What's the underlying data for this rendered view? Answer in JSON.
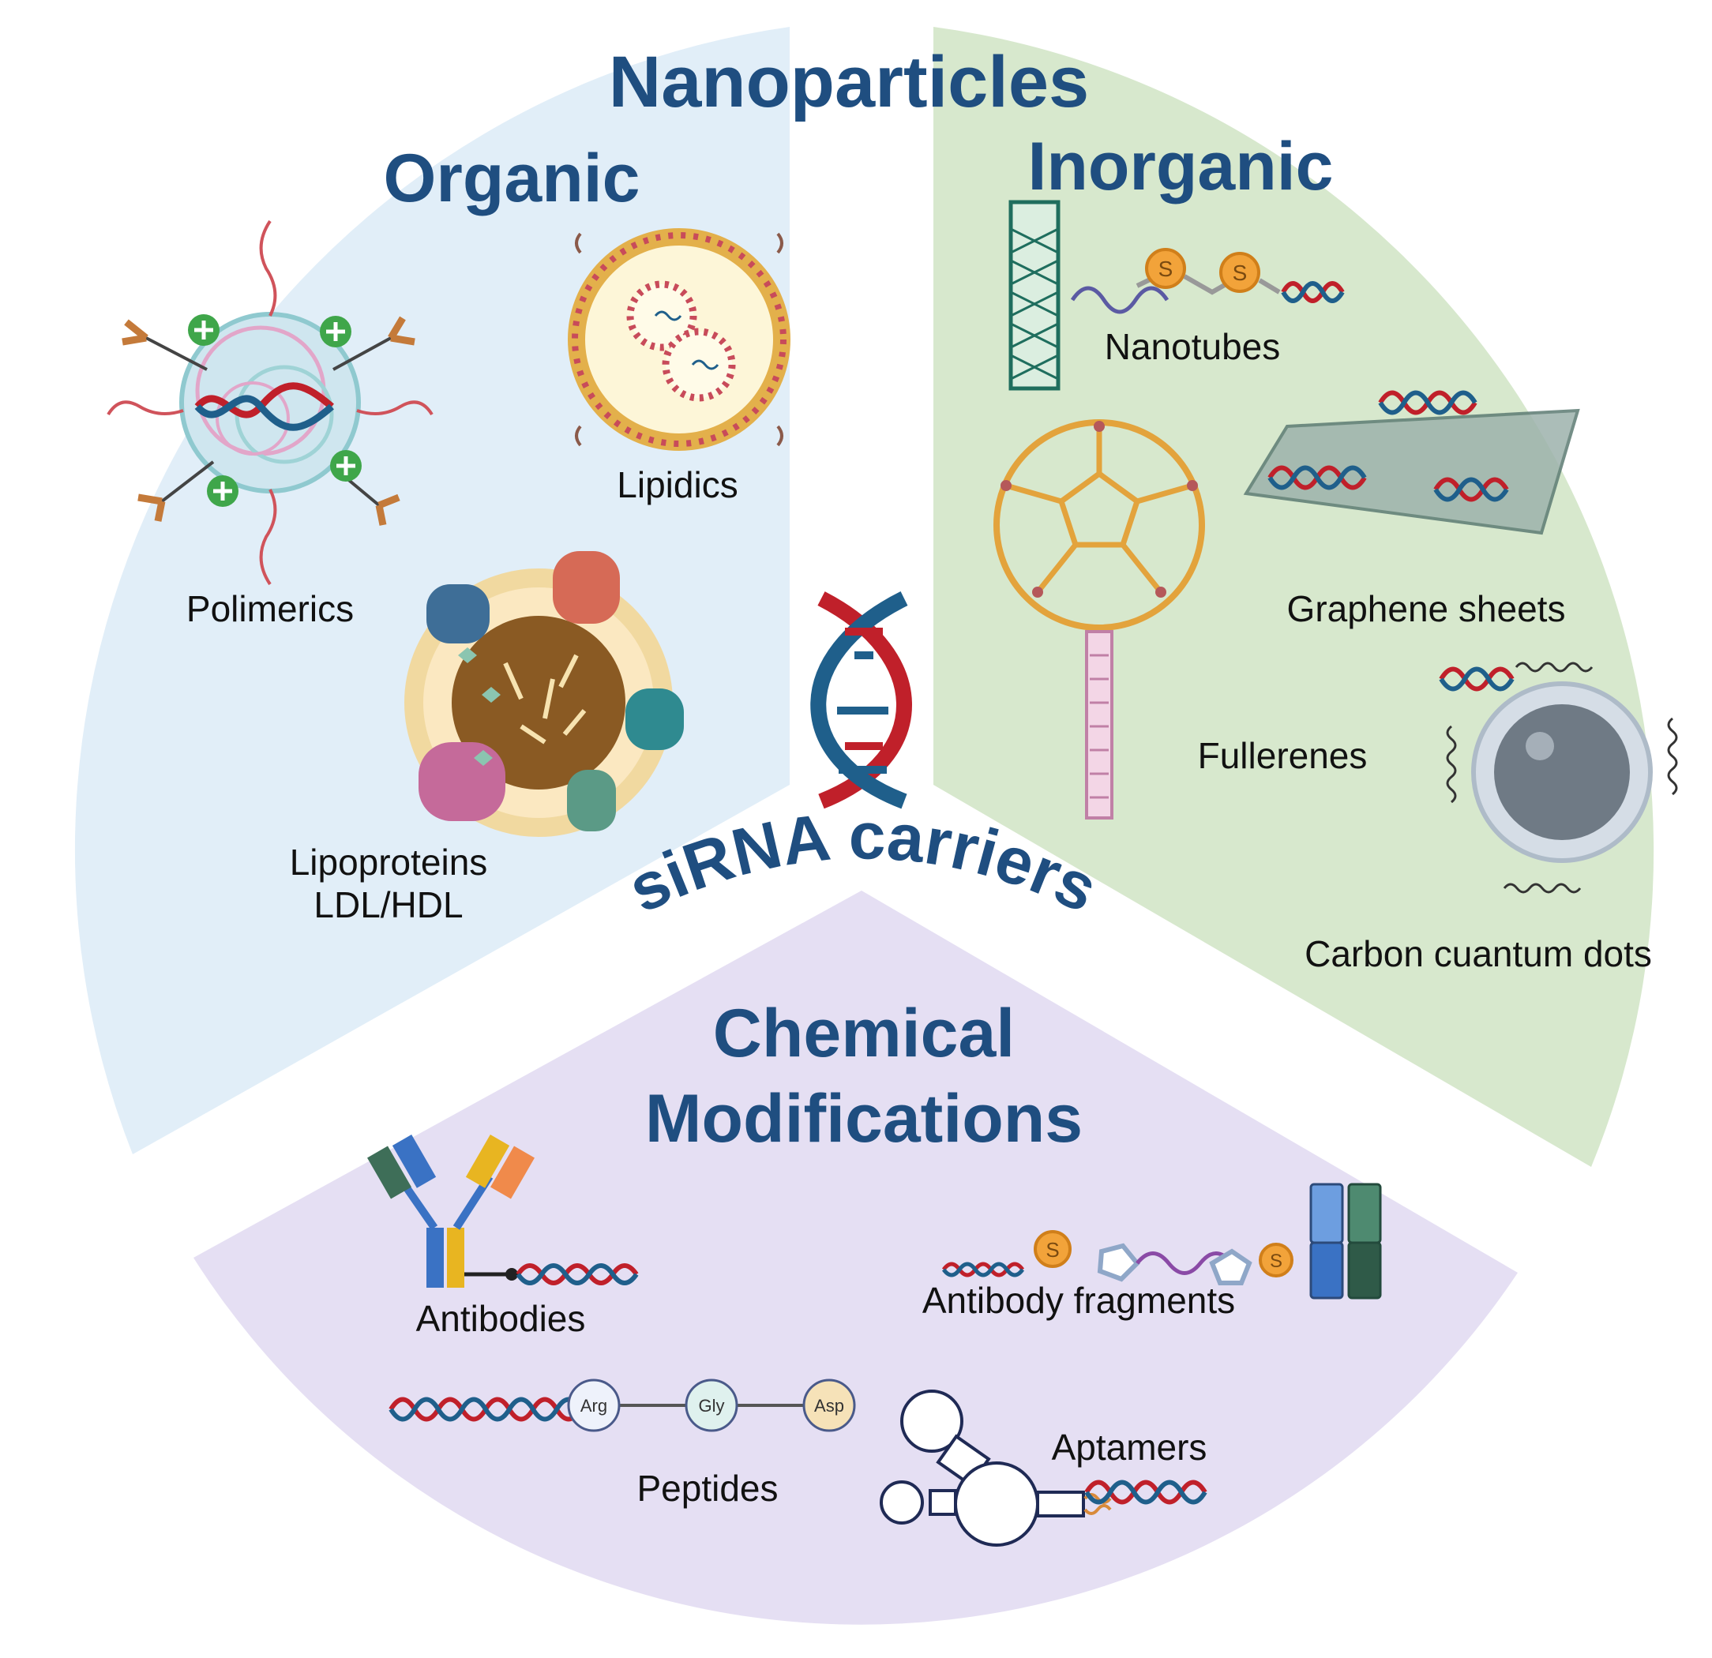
{
  "title": "Nanoparticles",
  "center": {
    "label": "siRNA carriers"
  },
  "sectors": {
    "organic": {
      "heading": "Organic",
      "color": "#e1eef8",
      "items": {
        "polimerics": "Polimerics",
        "lipidics": "Lipidics",
        "lipoproteins_line1": "Lipoproteins",
        "lipoproteins_line2": "LDL/HDL"
      }
    },
    "inorganic": {
      "heading": "Inorganic",
      "color": "#d7e8cd",
      "items": {
        "nanotubes": "Nanotubes",
        "graphene": "Graphene sheets",
        "fullerenes": "Fullerenes",
        "carbon_dots": "Carbon cuantum dots"
      }
    },
    "chemical": {
      "heading_line1": "Chemical",
      "heading_line2": "Modifications",
      "color": "#e5dff3",
      "items": {
        "antibodies": "Antibodies",
        "antibody_fragments": "Antibody fragments",
        "peptides": "Peptides",
        "aptamers": "Aptamers"
      },
      "peptide_residues": [
        "Arg",
        "Gly",
        "Asp"
      ],
      "linker_symbol": "S"
    }
  },
  "colors": {
    "heading": "#1f4e80",
    "rna_red": "#c0202a",
    "rna_blue": "#1f5f8b"
  }
}
